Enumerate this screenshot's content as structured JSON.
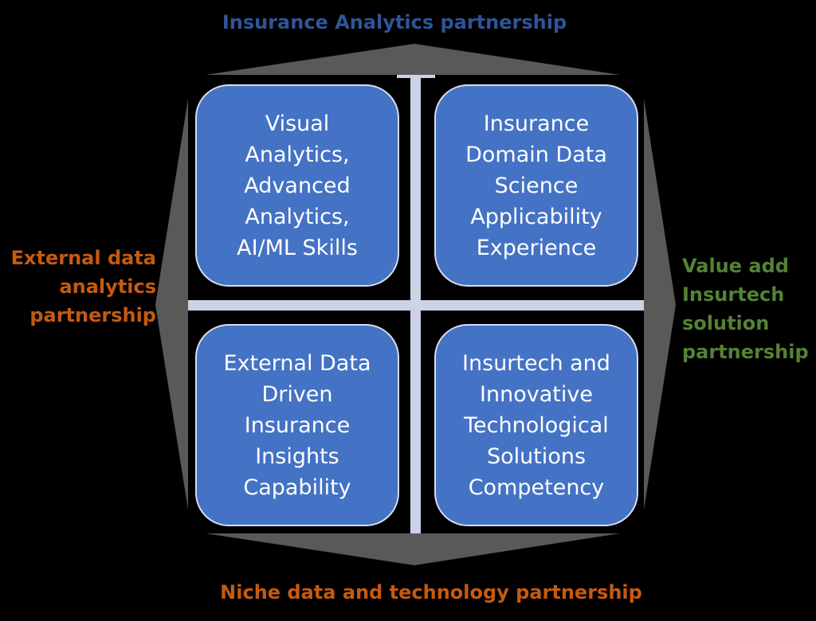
{
  "colors": {
    "background": "#000000",
    "frame": "#595959",
    "divider": "#cdd3e6",
    "box_fill": "#4472c4",
    "box_border": "#d6dcef",
    "top_label": "#2f5597",
    "left_label": "#c55a11",
    "right_label": "#548235",
    "bottom_label": "#c55a11"
  },
  "labels": {
    "top": "Insurance Analytics partnership",
    "left": [
      "External data",
      "analytics",
      "partnership"
    ],
    "right": [
      "Value add",
      "Insurtech",
      "solution",
      "partnership"
    ],
    "bottom": "Niche data and technology partnership"
  },
  "quadrants": [
    {
      "id": "top-left",
      "lines": [
        "Visual",
        "Analytics,",
        "Advanced",
        "Analytics,",
        "AI/ML Skills"
      ]
    },
    {
      "id": "top-right",
      "lines": [
        "Insurance",
        "Domain Data",
        "Science",
        "Applicability",
        "Experience"
      ]
    },
    {
      "id": "bottom-left",
      "lines": [
        "External Data",
        "Driven",
        "Insurance",
        "Insights",
        "Capability"
      ]
    },
    {
      "id": "bottom-right",
      "lines": [
        "Insurtech and",
        "Innovative",
        "Technological",
        "Solutions",
        "Competency"
      ]
    }
  ]
}
